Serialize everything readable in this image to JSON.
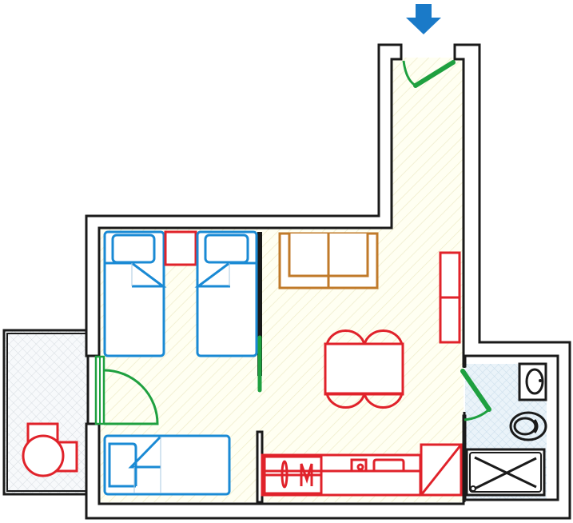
{
  "plan": {
    "type": "apartment-floor-plan",
    "rooms": [
      "entrance-corridor",
      "bedroom",
      "living-dining-kitchen",
      "bathroom",
      "balcony"
    ],
    "entrance_marker_icon": "arrow-down-icon"
  },
  "colors": {
    "walls": "#1a1a1a",
    "beds": "#1a8ad4",
    "furniture": "#e0222a",
    "sofa": "#c07a2a",
    "doors": "#1fa040",
    "floor_hatch": "#f2efc8",
    "bath_floor": "#d8e8f2",
    "arrow": "#1a7ac8"
  }
}
